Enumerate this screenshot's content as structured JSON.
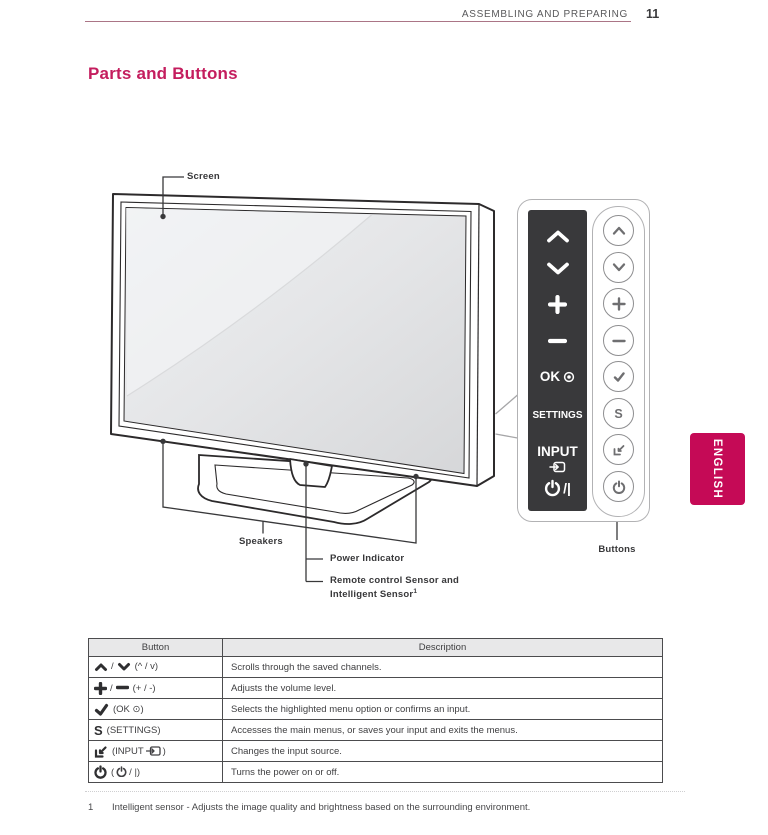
{
  "header": {
    "title": "ASSEMBLING AND PREPARING",
    "page_number": "11"
  },
  "section_title": "Parts and Buttons",
  "language_tab": "ENGLISH",
  "colors": {
    "accent_pink": "#c41d5e",
    "tab_pink": "#c50a56",
    "header_rule": "#ab7586",
    "panel_dark": "#39393b"
  },
  "diagram": {
    "screen_label": "Screen",
    "speakers_label": "Speakers",
    "power_indicator_label": "Power Indicator",
    "remote_sensor_label_line1": "Remote control Sensor and",
    "remote_sensor_label_line2": "Intelligent Sensor",
    "footnote_marker": "1",
    "buttons_label": "Buttons",
    "panel": {
      "ok_label": "OK",
      "settings_label": "SETTINGS",
      "input_label": "INPUT",
      "power_suffix": "/|",
      "icons": [
        "chevron-up",
        "chevron-down",
        "plus",
        "minus",
        "ok-dot",
        "input-box",
        "power"
      ]
    },
    "side_buttons": {
      "s_glyph": "S",
      "icons": [
        "chevron-up",
        "chevron-down",
        "plus",
        "minus",
        "check",
        "settings-s",
        "input-arrow",
        "power"
      ]
    }
  },
  "table": {
    "headers": {
      "button": "Button",
      "description": "Description"
    },
    "rows": [
      {
        "sep": "/",
        "label": "(^ / v)",
        "description": "Scrolls through the saved channels."
      },
      {
        "sep": "/",
        "label": "(+ / -)",
        "description": "Adjusts the volume level."
      },
      {
        "label": "(OK ⊙)",
        "description": "Selects the highlighted menu option or confirms an input."
      },
      {
        "s_glyph": "S",
        "label": "(SETTINGS)",
        "description": "Accesses the main menus, or saves your input and exits the menus."
      },
      {
        "label_open": "(INPUT",
        "label_close": ")",
        "description": "Changes the input source."
      },
      {
        "label_open": "(",
        "label_close": "/ |)",
        "description": "Turns the power on or off."
      }
    ]
  },
  "footnote": {
    "marker": "1",
    "text": "Intelligent sensor - Adjusts the image quality and brightness based on the surrounding environment."
  }
}
